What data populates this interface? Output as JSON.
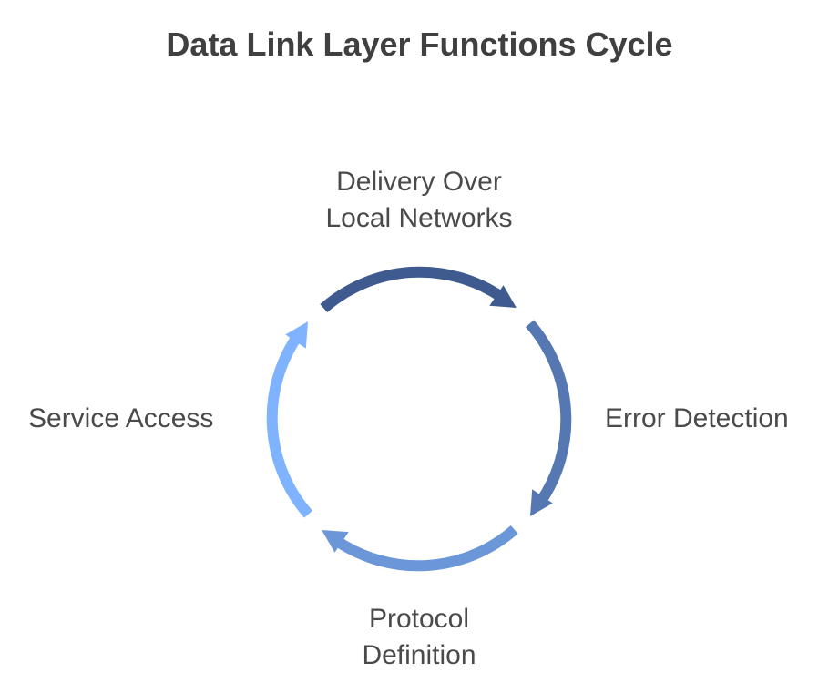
{
  "title": "Data Link Layer Functions Cycle",
  "stages": [
    {
      "lines": [
        "Delivery Over",
        "Local Networks"
      ],
      "color": "#3e5a8e"
    },
    {
      "lines": [
        "Error Detection"
      ],
      "color": "#5577b2"
    },
    {
      "lines": [
        "Protocol",
        "Definition"
      ],
      "color": "#6b97d8"
    },
    {
      "lines": [
        "Service Access"
      ],
      "color": "#7fb2ff"
    }
  ]
}
